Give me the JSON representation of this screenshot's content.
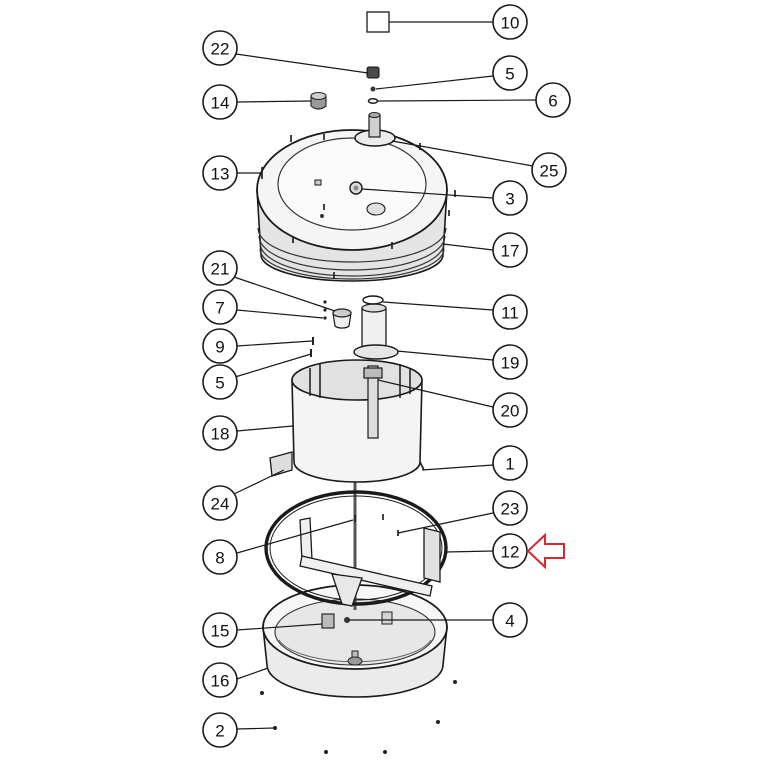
{
  "callouts": {
    "left": [
      "22",
      "14",
      "13",
      "21",
      "7",
      "9",
      "5",
      "18",
      "24",
      "8",
      "15",
      "16",
      "2"
    ],
    "right": [
      "10",
      "5",
      "6",
      "25",
      "3",
      "17",
      "11",
      "19",
      "20",
      "1",
      "23",
      "12",
      "4"
    ]
  },
  "colors": {
    "highlight_arrow": "#d7282f",
    "line_art": "#1a1a1a"
  },
  "icons": {
    "highlight": "left-arrow-outline-icon"
  }
}
